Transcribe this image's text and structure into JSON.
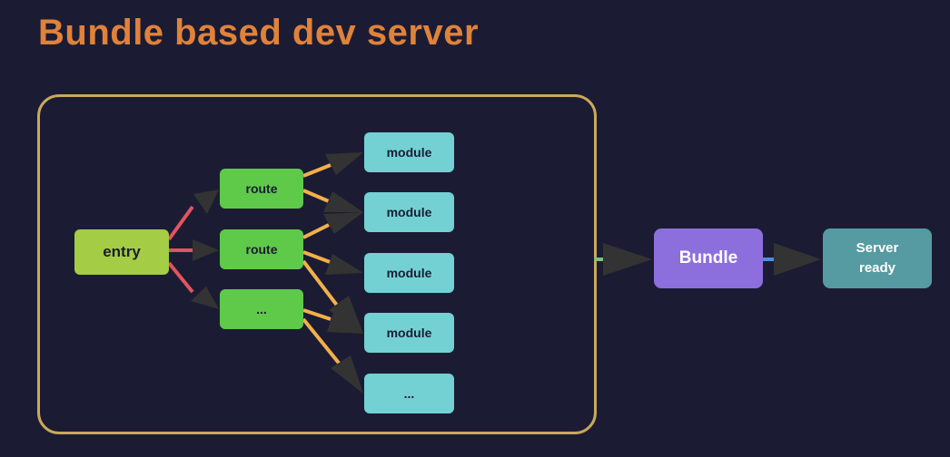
{
  "title": "Bundle based dev server",
  "nodes": {
    "entry": "entry",
    "routes": [
      "route",
      "route",
      "..."
    ],
    "modules": [
      "module",
      "module",
      "module",
      "module",
      "..."
    ],
    "bundle": "Bundle",
    "server_line1": "Server",
    "server_line2": "ready"
  },
  "colors": {
    "background": "#1b1c33",
    "title": "#e0823a",
    "frame": "#c9a95a",
    "entry": "#a5cc45",
    "route": "#5fc94a",
    "module": "#73d1d3",
    "bundle": "#8c6fdc",
    "server": "#559ba1",
    "entry_edge": "#e0555e",
    "route_edge": "#f2b04a",
    "frame_to_bundle_edge": "#7fc07a",
    "bundle_to_server_edge": "#4a8fe0",
    "arrowhead": "#333333"
  }
}
